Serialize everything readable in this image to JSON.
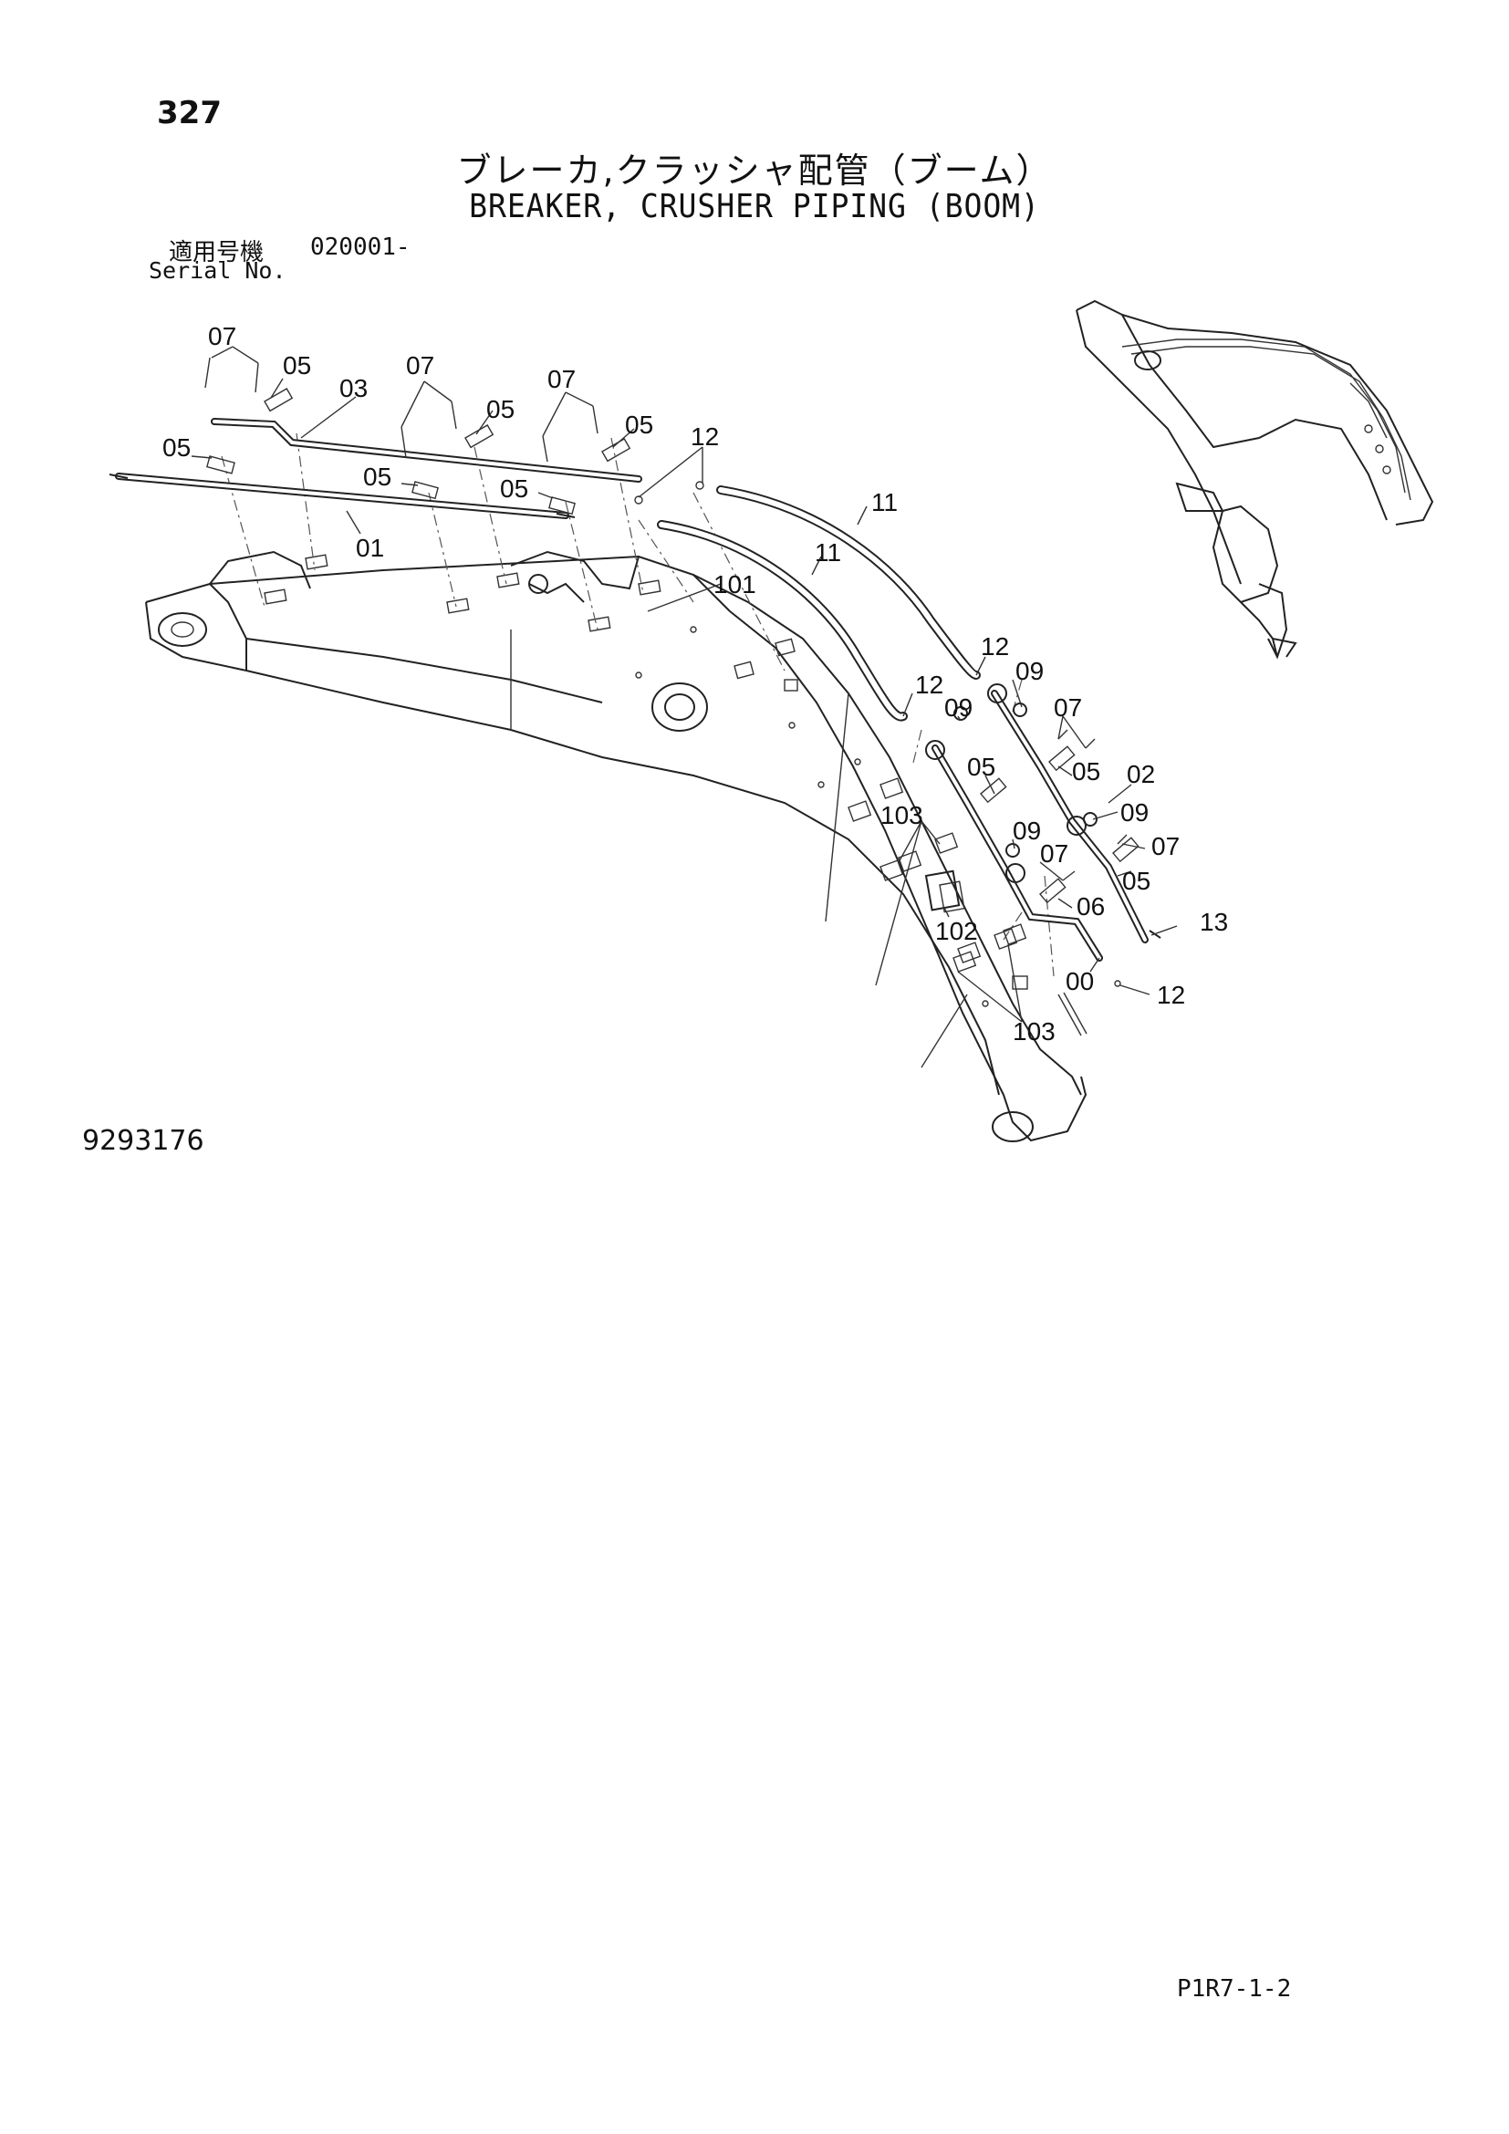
{
  "header": {
    "page_number": "327",
    "title_jp": "ブレーカ,クラッシャ配管（ブーム）",
    "title_en": "BREAKER, CRUSHER PIPING (BOOM)",
    "serial_label_jp": "適用号機",
    "serial_number": "020001-",
    "serial_label_en": "Serial No."
  },
  "diagram": {
    "callouts": [
      "07",
      "05",
      "03",
      "07",
      "05",
      "07",
      "05",
      "12",
      "05",
      "05",
      "05",
      "01",
      "11",
      "11",
      "101",
      "12",
      "09",
      "12",
      "09",
      "07",
      "05",
      "05",
      "02",
      "09",
      "07",
      "103",
      "09",
      "07",
      "05",
      "06",
      "102",
      "13",
      "00",
      "12",
      "103"
    ]
  },
  "footer": {
    "drawing_number": "9293176",
    "page_code": "P1R7-1-2"
  }
}
